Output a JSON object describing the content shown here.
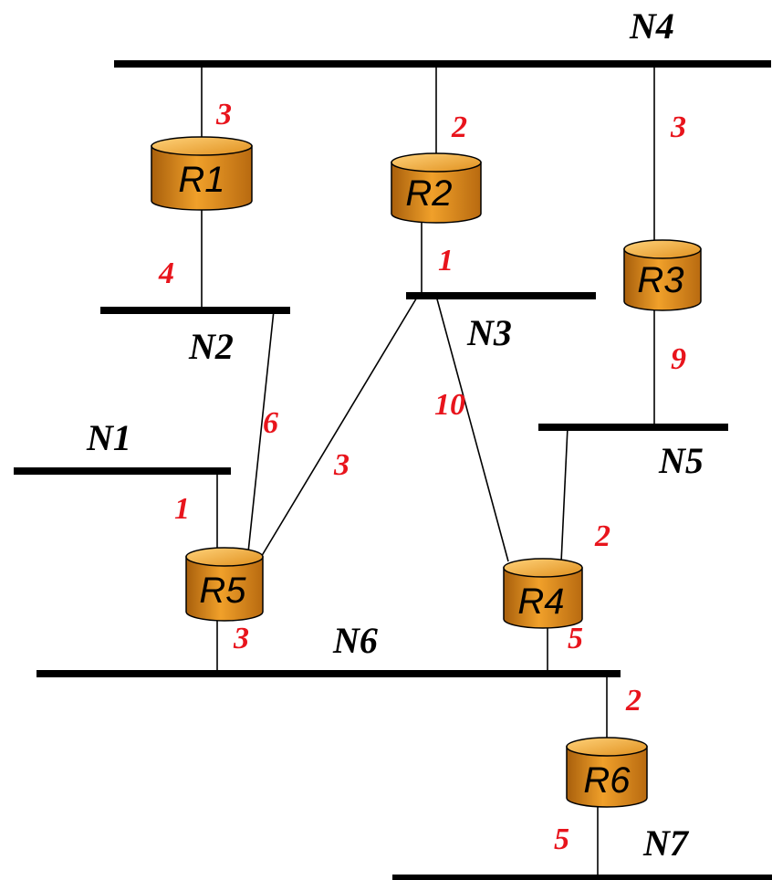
{
  "networks": {
    "N1": "N1",
    "N2": "N2",
    "N3": "N3",
    "N4": "N4",
    "N5": "N5",
    "N6": "N6",
    "N7": "N7"
  },
  "routers": {
    "R1": "R1",
    "R2": "R2",
    "R3": "R3",
    "R4": "R4",
    "R5": "R5",
    "R6": "R6"
  },
  "costs": {
    "r1_n4": "3",
    "r1_n2": "4",
    "r2_n4": "2",
    "r2_n3": "1",
    "r3_n4": "3",
    "r3_n5": "9",
    "r5_n2": "6",
    "r5_n3": "3",
    "r5_n1": "1",
    "r5_n6": "3",
    "r4_n3": "10",
    "r4_n5": "2",
    "r4_n6": "5",
    "r6_n6": "2",
    "r6_n7": "5"
  },
  "colors": {
    "router_body": "#d98a1a",
    "router_top": "#f0a830",
    "cost_text": "#e8141c",
    "line": "#000000"
  }
}
